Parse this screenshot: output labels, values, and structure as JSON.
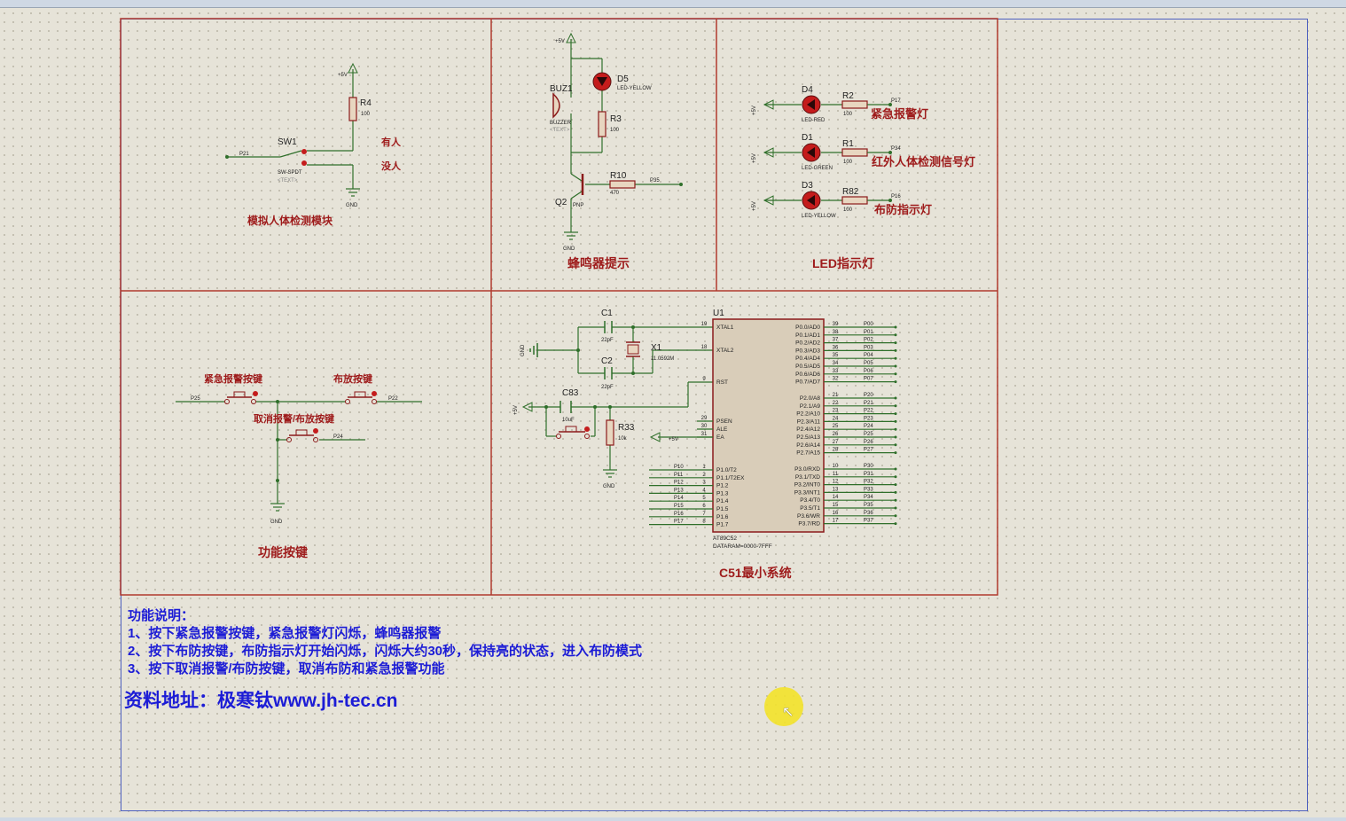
{
  "colors": {
    "frame": "#b03a2e",
    "wire": "#2f6f2a",
    "label_red": "#9e1b1b",
    "text_blue": "#1c1cd6",
    "chip_fill": "#d9cdb9"
  },
  "sections": {
    "body_detect": "模拟人体检测模块",
    "buzzer": "蜂鸣器提示",
    "led": "LED指示灯",
    "keys": "功能按键",
    "mcu": "C51最小系统"
  },
  "body_detect": {
    "sw": "SW1",
    "sw_type": "SW-SPDT",
    "sw_text": "<TEXT>",
    "r": "R4",
    "r_val": "100",
    "vcc": "+5V",
    "gnd": "GND",
    "net": "P21",
    "has_person": "有人",
    "no_person": "没人"
  },
  "buzzer": {
    "buz": "BUZ1",
    "buz_type": "BUZZER",
    "buz_text": "<TEXT>",
    "led": "D5",
    "led_type": "LED-YELLOW",
    "r3": "R3",
    "r3_val": "100",
    "r10": "R10",
    "r10_val": "470",
    "net": "P35",
    "q": "Q2",
    "q_type": "PNP",
    "vcc": "+5V",
    "gnd": "GND"
  },
  "leds": [
    {
      "d": "D4",
      "type": "LED-RED",
      "r": "R2",
      "val": "100",
      "net": "P17",
      "label": "紧急报警灯",
      "vcc": "+5V"
    },
    {
      "d": "D1",
      "type": "LED-GREEN",
      "r": "R1",
      "val": "100",
      "net": "P34",
      "label": "红外人体检测信号灯",
      "vcc": "+5V"
    },
    {
      "d": "D3",
      "type": "LED-YELLOW",
      "r": "R82",
      "val": "100",
      "net": "P16",
      "label": "布防指示灯",
      "vcc": "+5V"
    }
  ],
  "keys": {
    "k1": "紧急报警按键",
    "k1_net": "P25",
    "k2": "布放按键",
    "k2_net": "P22",
    "k3": "取消报警/布放按键",
    "k3_net": "P24",
    "gnd": "GND"
  },
  "mcu": {
    "ref": "U1",
    "part": "AT89C52",
    "dataram": "DATARAM=0000-7FFF",
    "c1": "C1",
    "c1_val": "22pF",
    "c2": "C2",
    "c2_val": "22pF",
    "x1": "X1",
    "x1_val": "11.0592M",
    "c83": "C83",
    "c83_val": "10uF",
    "r33": "R33",
    "r33_val": "10k",
    "gnd": "GND",
    "vcc": "+5V",
    "left_pins": [
      {
        "num": "19",
        "name": "XTAL1"
      },
      {
        "num": "18",
        "name": "XTAL2"
      },
      {
        "num": "9",
        "name": "RST"
      },
      {
        "num": "29",
        "name": "PSEN"
      },
      {
        "num": "30",
        "name": "ALE"
      },
      {
        "num": "31",
        "name": "EA"
      }
    ],
    "p1_pins": [
      {
        "net": "P10",
        "num": "1",
        "name": "P1.0/T2"
      },
      {
        "net": "P11",
        "num": "2",
        "name": "P1.1/T2EX"
      },
      {
        "net": "P12",
        "num": "3",
        "name": "P1.2"
      },
      {
        "net": "P13",
        "num": "4",
        "name": "P1.3"
      },
      {
        "net": "P14",
        "num": "5",
        "name": "P1.4"
      },
      {
        "net": "P15",
        "num": "6",
        "name": "P1.5"
      },
      {
        "net": "P16",
        "num": "7",
        "name": "P1.6"
      },
      {
        "net": "P17",
        "num": "8",
        "name": "P1.7"
      }
    ],
    "p0_pins": [
      {
        "name": "P0.0/AD0",
        "num": "39",
        "net": "P00"
      },
      {
        "name": "P0.1/AD1",
        "num": "38",
        "net": "P01"
      },
      {
        "name": "P0.2/AD2",
        "num": "37",
        "net": "P02"
      },
      {
        "name": "P0.3/AD3",
        "num": "36",
        "net": "P03"
      },
      {
        "name": "P0.4/AD4",
        "num": "35",
        "net": "P04"
      },
      {
        "name": "P0.5/AD5",
        "num": "34",
        "net": "P05"
      },
      {
        "name": "P0.6/AD6",
        "num": "33",
        "net": "P06"
      },
      {
        "name": "P0.7/AD7",
        "num": "32",
        "net": "P07"
      }
    ],
    "p2_pins": [
      {
        "name": "P2.0/A8",
        "num": "21",
        "net": "P20"
      },
      {
        "name": "P2.1/A9",
        "num": "22",
        "net": "P21"
      },
      {
        "name": "P2.2/A10",
        "num": "23",
        "net": "P22"
      },
      {
        "name": "P2.3/A11",
        "num": "24",
        "net": "P23"
      },
      {
        "name": "P2.4/A12",
        "num": "25",
        "net": "P24"
      },
      {
        "name": "P2.5/A13",
        "num": "26",
        "net": "P25"
      },
      {
        "name": "P2.6/A14",
        "num": "27",
        "net": "P26"
      },
      {
        "name": "P2.7/A15",
        "num": "28",
        "net": "P27"
      }
    ],
    "p3_pins": [
      {
        "name": "P3.0/RXD",
        "num": "10",
        "net": "P30"
      },
      {
        "name": "P3.1/TXD",
        "num": "11",
        "net": "P31"
      },
      {
        "name": "P3.2/INT0",
        "num": "12",
        "net": "P32"
      },
      {
        "name": "P3.3/INT1",
        "num": "13",
        "net": "P33"
      },
      {
        "name": "P3.4/T0",
        "num": "14",
        "net": "P34"
      },
      {
        "name": "P3.5/T1",
        "num": "15",
        "net": "P35"
      },
      {
        "name": "P3.6/WR",
        "num": "16",
        "net": "P36"
      },
      {
        "name": "P3.7/RD",
        "num": "17",
        "net": "P37"
      }
    ]
  },
  "description": {
    "title": "功能说明：",
    "lines": [
      "1、按下紧急报警按键，紧急报警灯闪烁，蜂鸣器报警",
      "2、按下布防按键，布防指示灯开始闪烁，闪烁大约30秒，保持亮的状态，进入布防模式",
      "3、按下取消报警/布防按键，取消布防和紧急报警功能"
    ],
    "website": "资料地址：极寒钛www.jh-tec.cn"
  }
}
